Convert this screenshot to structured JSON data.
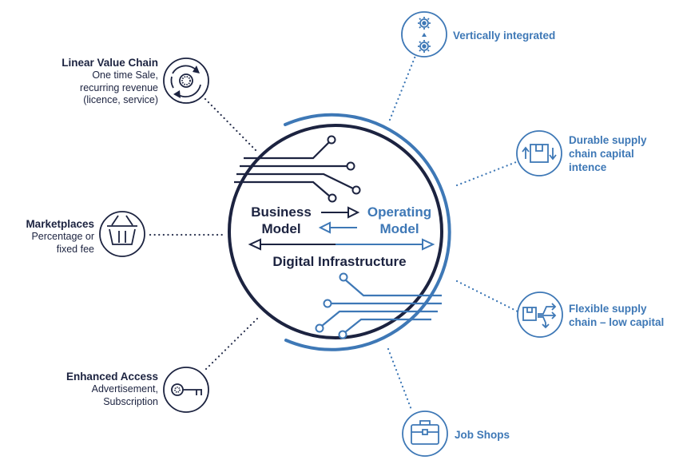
{
  "center": {
    "business": "Business",
    "model_left": "Model",
    "operating": "Operating",
    "model_right": "Model",
    "infrastructure": "Digital Infrastructure"
  },
  "left_items": [
    {
      "title": "Linear Value Chain",
      "lines": [
        "One time Sale,",
        "recurring revenue",
        "(licence, service)"
      ],
      "icon": "cycle-icon"
    },
    {
      "title": "Marketplaces",
      "lines": [
        "Percentage or",
        "fixed fee"
      ],
      "icon": "basket-icon"
    },
    {
      "title": "Enhanced Access",
      "lines": [
        "Advertisement,",
        "Subscription"
      ],
      "icon": "key-icon"
    }
  ],
  "right_items": [
    {
      "title": "Vertically integrated",
      "icon": "gears-icon"
    },
    {
      "title": "Durable supply chain capital intence",
      "lines": [
        "Durable supply",
        "chain capital",
        "intence"
      ],
      "icon": "box-cycle-icon"
    },
    {
      "title": "Flexible supply chain – low capital",
      "lines": [
        "Flexible supply",
        "chain – low capital"
      ],
      "icon": "box-arrows-icon"
    },
    {
      "title": "Job Shops",
      "icon": "briefcase-icon"
    }
  ],
  "colors": {
    "dark": "#1c2340",
    "blue": "#3e78b6",
    "dots": "#2b3350"
  }
}
